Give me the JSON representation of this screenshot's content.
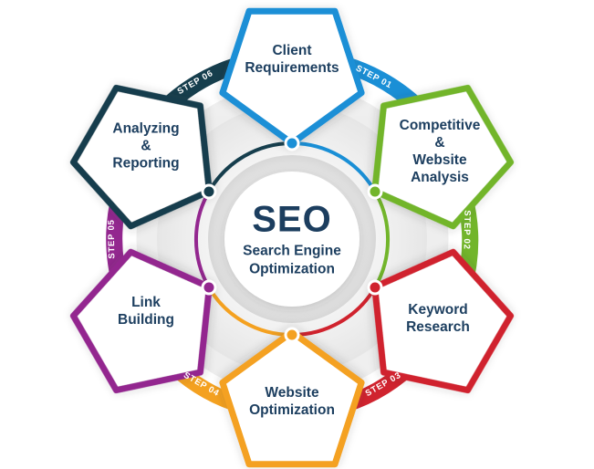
{
  "center": {
    "title": "SEO",
    "subtitle": "Search Engine\nOptimization"
  },
  "nodes": [
    {
      "id": "client-requirements",
      "label": "Client\nRequirements",
      "color": "#1a8fd6"
    },
    {
      "id": "competitive-website-analysis",
      "label": "Competitive\n&\nWebsite\nAnalysis",
      "color": "#72b52b"
    },
    {
      "id": "keyword-research",
      "label": "Keyword\nResearch",
      "color": "#d0232e"
    },
    {
      "id": "website-optimization",
      "label": "Website\nOptimization",
      "color": "#f4a120"
    },
    {
      "id": "link-building",
      "label": "Link\nBuilding",
      "color": "#93278f"
    },
    {
      "id": "analyzing-reporting",
      "label": "Analyzing\n&\nReporting",
      "color": "#163e4d"
    }
  ],
  "steps": [
    {
      "label": "STEP 01",
      "color": "#1a8fd6"
    },
    {
      "label": "STEP 02",
      "color": "#72b52b"
    },
    {
      "label": "STEP 03",
      "color": "#d0232e"
    },
    {
      "label": "STEP 04",
      "color": "#f4a120"
    },
    {
      "label": "STEP 05",
      "color": "#93278f"
    },
    {
      "label": "STEP 06",
      "color": "#163e4d"
    }
  ],
  "colors": {
    "background": "#ffffff",
    "label_text": "#1c3e5f",
    "gray_circle": "#efefef"
  }
}
